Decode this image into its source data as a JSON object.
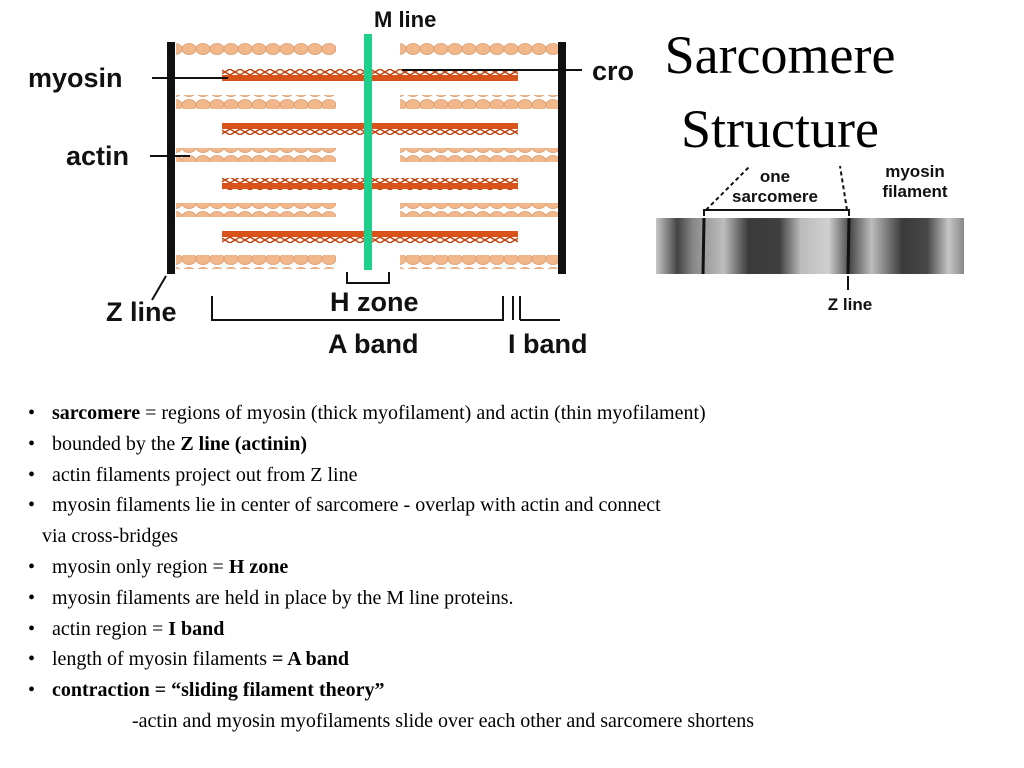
{
  "slide": {
    "title_line1": "Sarcomere",
    "title_line2": "Structure"
  },
  "diagram": {
    "label_m_line": "M line",
    "label_myosin": "myosin",
    "label_actin": "actin",
    "label_cross": "cro",
    "label_z_line": "Z line",
    "label_h_zone": "H zone",
    "label_a_band": "A band",
    "label_i_band": "I band",
    "colors": {
      "actin": "#f2b88c",
      "myosin": "#d9531a",
      "m_line": "#1fcf8c",
      "z_line": "#111111"
    }
  },
  "micrograph": {
    "label_one_sarcomere_1": "one",
    "label_one_sarcomere_2": "sarcomere",
    "label_myosin_filament_1": "myosin",
    "label_myosin_filament_2": "filament",
    "label_z_line": "Z line"
  },
  "bullets": [
    {
      "bold": "sarcomere",
      "rest": " = regions of myosin (thick myofilament) and actin (thin myofilament)"
    },
    {
      "pre": "bounded by the ",
      "bold": "Z line (actinin)"
    },
    {
      "text": "actin filaments project out from Z line"
    },
    {
      "text": "myosin filaments lie in center of sarcomere - overlap with actin and connect"
    },
    {
      "text": "via cross-bridges"
    },
    {
      "pre": "myosin only region = ",
      "bold": "H zone"
    },
    {
      "text": "myosin filaments are held in place by the M line proteins."
    },
    {
      "pre": "actin region = ",
      "bold": "I band"
    },
    {
      "pre": "length of myosin filaments ",
      "bold": "= A band"
    },
    {
      "bold": "contraction = “sliding filament theory”"
    },
    {
      "text": "-actin and myosin myofilaments slide over each other and sarcomere shortens"
    }
  ]
}
